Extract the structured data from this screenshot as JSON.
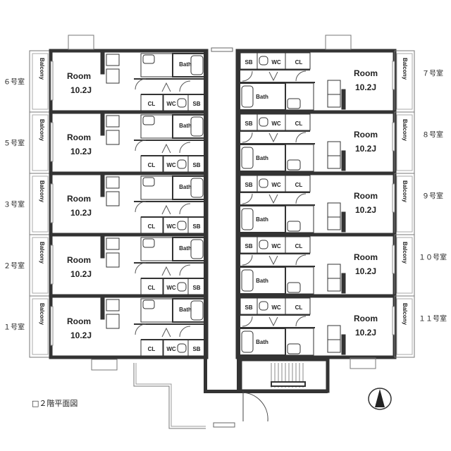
{
  "plan": {
    "caption": "□２階平面図",
    "room_label": "Room",
    "room_size": "10.2J",
    "balcony_label": "Balcony",
    "bath_label": "Bath",
    "wc_label": "WC",
    "cl_label": "CL",
    "sb_label": "SB",
    "north_arrow": "north-arrow-icon",
    "left_units": [
      {
        "name": "６号室"
      },
      {
        "name": "５号室"
      },
      {
        "name": "３号室"
      },
      {
        "name": "２号室"
      },
      {
        "name": "１号室"
      }
    ],
    "right_units": [
      {
        "name": "７号室"
      },
      {
        "name": "８号室"
      },
      {
        "name": "９号室"
      },
      {
        "name": "１０号室"
      },
      {
        "name": "１１号室"
      }
    ]
  }
}
